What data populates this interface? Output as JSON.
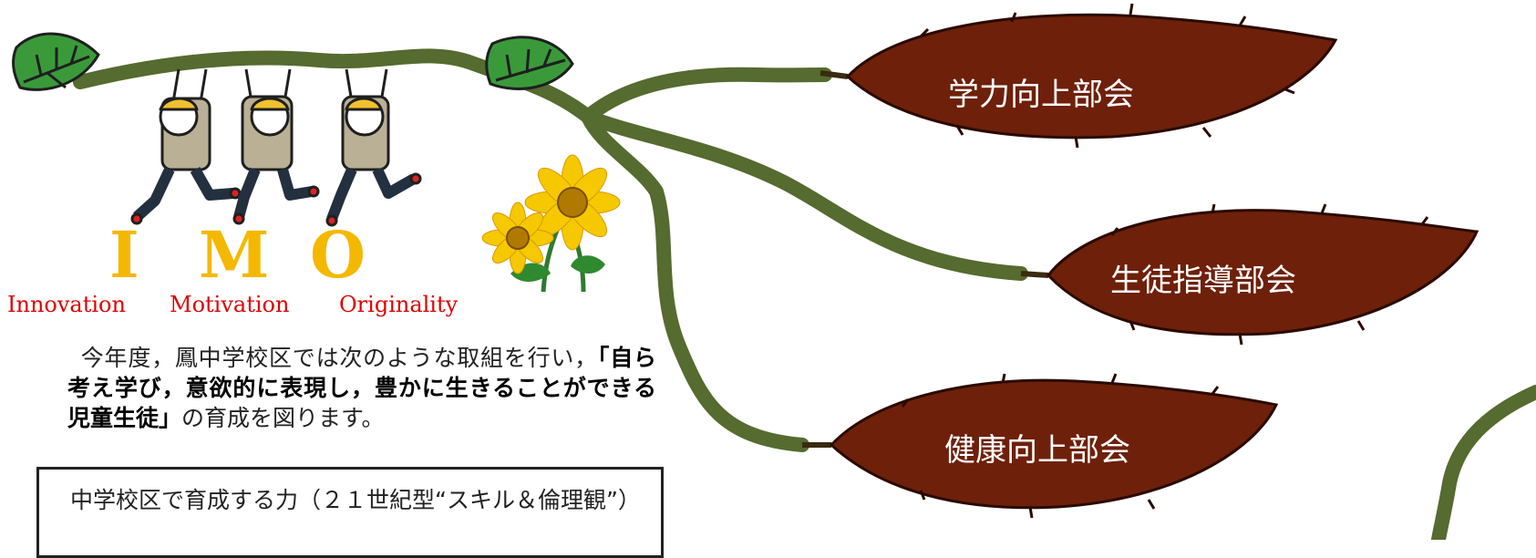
{
  "imo": {
    "letters": [
      "I",
      "M",
      "O"
    ],
    "words": [
      "Innovation",
      "Motivation",
      "Originality"
    ]
  },
  "intro": {
    "lead": "今年度，鳳中学校区では次のような取組を行い，",
    "highlight": "「自ら考え学び，意欲的に表現し，豊かに生きることができる児童生徒」",
    "tail": "の育成を図ります。"
  },
  "skills_box": {
    "text": "中学校区で育成する力（２１世紀型“スキル＆倫理観”）"
  },
  "departments": [
    {
      "label": "学力向上部会"
    },
    {
      "label": "生徒指導部会"
    },
    {
      "label": "健康向上部会"
    }
  ],
  "colors": {
    "vine": "#556b2f",
    "potato": "#6e200a",
    "leaf": "#3a9a3a",
    "imo_letters": "#f5b800",
    "imo_words": "#e00000"
  }
}
